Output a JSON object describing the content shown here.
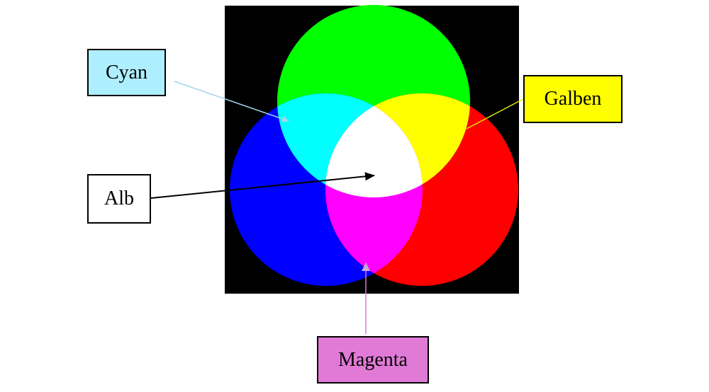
{
  "labels": {
    "cyan": {
      "text": "Cyan",
      "fill": "#aeefff"
    },
    "galben": {
      "text": "Galben",
      "fill": "#ffff00"
    },
    "alb": {
      "text": "Alb",
      "fill": "#ffffff"
    },
    "magenta": {
      "text": "Magenta",
      "fill": "#e07ad6"
    }
  },
  "colors": {
    "background": "#000000",
    "red": "#ff0000",
    "green": "#00ff00",
    "blue": "#0000ff",
    "cyan": "#00ffff",
    "yellow": "#ffff00",
    "magenta": "#ff00ff",
    "white": "#ffffff",
    "arrow_cyan": "#9fd6ea",
    "arrow_yellow": "#e6e600",
    "arrow_white": "#000000",
    "arrow_magenta": "#d77bd1"
  }
}
